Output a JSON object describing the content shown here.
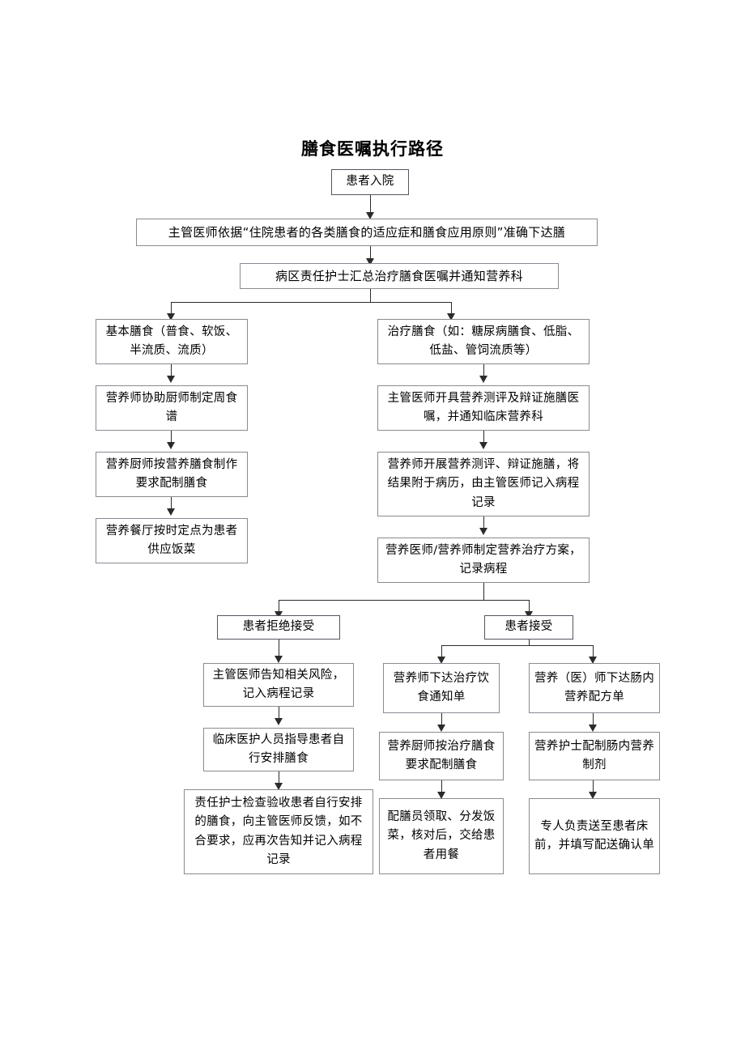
{
  "title": "膳食医嘱执行路径",
  "nodes": {
    "admission": "患者入院",
    "doctor_order": "主管医师依据“住院患者的各类膳食的适应症和膳食应用原则”准确下达膳",
    "nurse_summary": "病区责任护士汇总治疗膳食医嘱并通知营养科",
    "basic_diet": "基本膳食（普食、软饭、半流质、流质）",
    "therapeutic_diet": "治疗膳食（如：糖尿病膳食、低脂、低盐、管饲流质等）",
    "weekly_menu": "营养师协助厨师制定周食谱",
    "cook_prepare": "营养厨师按营养膳食制作要求配制膳食",
    "canteen_serve": "营养餐厅按时定点为患者供应饭菜",
    "assessment_order": "主管医师开具营养测评及辩证施膳医嘱，并通知临床营养科",
    "dietitian_assess": "营养师开展营养测评、辩证施膳，将结果附于病历，由主管医师记入病程记录",
    "nutrition_plan": "营养医师/营养师制定营养治疗方案，记录病程",
    "patient_refuse": "患者拒绝接受",
    "patient_accept": "患者接受",
    "inform_risk": "主管医师告知相关风险，记入病程记录",
    "guide_self": "临床医护人员指导患者自行安排膳食",
    "nurse_check": "责任护士检查验收患者自行安排的膳食，向主管医师反馈，如不合要求，应再次告知并记入病程记录",
    "diet_notice": "营养师下达治疗饮食通知单",
    "cook_therapeutic": "营养厨师按治疗膳食要求配制膳食",
    "distribute_meal": "配膳员领取、分发饭菜，核对后，交给患者用餐",
    "enteral_formula": "营养（医）师下达肠内营养配方单",
    "nurse_prepare_en": "营养护士配制肠内营养制剂",
    "deliver_bedside": "专人负责送至患者床前，并填写配送确认单"
  },
  "colors": {
    "box_border": "#8a8a93",
    "connector": "#2b2b2b",
    "background": "#ffffff",
    "text": "#000000"
  }
}
